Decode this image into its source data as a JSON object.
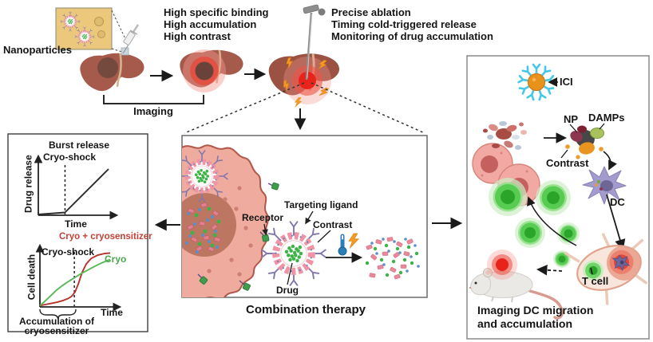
{
  "figure": {
    "top_flow": {
      "nanoparticles_label": "Nanoparticles",
      "imaging_label": "Imaging",
      "step2_lines": [
        "High specific binding",
        "High accumulation",
        "High contrast"
      ],
      "step3_lines": [
        "Precise ablation",
        "Timing cold-triggered release",
        "Monitoring of drug accumulation"
      ]
    },
    "left_panel": {
      "chart1": {
        "title": "Burst release",
        "ylabel": "Drug release",
        "xlabel": "Time",
        "annotation": "Cryo-shock"
      },
      "chart2": {
        "ylabel": "Cell death",
        "xlabel": "Time",
        "annotation": "Cryo-shock",
        "series1_label": "Cryo + cryosensitizer",
        "series2_label": "Cryo",
        "brace_label_line1": "Accumulation of",
        "brace_label_line2": "cryosensitizer"
      }
    },
    "middle_panel": {
      "caption": "Combination therapy",
      "labels": {
        "targeting_ligand": "Targeting ligand",
        "receptor": "Receptor",
        "contrast": "Contrast",
        "drug": "Drug"
      }
    },
    "right_panel": {
      "caption_line1": "Imaging DC migration",
      "caption_line2": "and accumulation",
      "labels": {
        "ici": "ICI",
        "np": "NP",
        "damps": "DAMPs",
        "contrast": "Contrast",
        "dc": "DC",
        "t_cell": "T cell"
      }
    }
  },
  "colors": {
    "liver": "#a65a4b",
    "tumor_dark": "#6e4439",
    "ablation_red": "#e8231c",
    "glow_pink": "#f4978e",
    "drug_green": "#3db347",
    "contrast_blue": "#5b8fc9",
    "np_shell_pink": "#ef93a5",
    "ligand_purple": "#8276ad",
    "receptor_green": "#3f9e4d",
    "cryo_curve_green": "#58b858",
    "cryosensitizer_curve_red": "#b5332a",
    "ici_orange": "#e8921c",
    "ici_antibody_cyan": "#45c8e8",
    "dc_purple": "#a39bcd",
    "tcell_green": "#58cc52",
    "damps_green": "#a9c25c",
    "bolt_orange": "#f59a23"
  },
  "chart_data": [
    {
      "type": "line",
      "title": "Burst release",
      "xlabel": "Time",
      "ylabel": "Drug release",
      "annotations": [
        "Cryo-shock"
      ],
      "cryoshock_x": 0.38,
      "x_range": [
        0,
        1
      ],
      "y_range": [
        0,
        1
      ],
      "grid": false,
      "series": [
        {
          "name": "Drug release",
          "color": "#2b2b2b",
          "x": [
            0,
            0.38,
            1
          ],
          "y": [
            0,
            0.04,
            0.92
          ],
          "note": "flat near zero until cryo-shock, then linear burst release"
        }
      ]
    },
    {
      "type": "line",
      "title": "",
      "xlabel": "Time",
      "ylabel": "Cell death",
      "annotations": [
        "Cryo-shock",
        "Accumulation of cryosensitizer"
      ],
      "cryoshock_x": 0.49,
      "x_range": [
        0,
        1
      ],
      "y_range": [
        0,
        1
      ],
      "grid": false,
      "series": [
        {
          "name": "Cryo + cryosensitizer",
          "color": "#b5332a",
          "x": [
            0,
            0.08,
            0.16,
            0.24,
            0.32,
            0.4,
            0.45,
            0.5,
            0.55,
            0.6,
            0.66,
            0.73,
            0.82,
            0.92,
            1
          ],
          "y": [
            0.01,
            0.03,
            0.05,
            0.07,
            0.1,
            0.14,
            0.18,
            0.26,
            0.42,
            0.62,
            0.78,
            0.88,
            0.94,
            0.97,
            0.98
          ],
          "note": "sigmoid - steep rise just after cryo-shock"
        },
        {
          "name": "Cryo",
          "color": "#58b858",
          "x": [
            0,
            0.08,
            0.16,
            0.24,
            0.32,
            0.4,
            0.45,
            0.5,
            0.55,
            0.6,
            0.66,
            0.73,
            0.82,
            0.92,
            1
          ],
          "y": [
            0.01,
            0.1,
            0.2,
            0.3,
            0.38,
            0.45,
            0.49,
            0.53,
            0.57,
            0.61,
            0.65,
            0.7,
            0.76,
            0.82,
            0.86
          ],
          "note": "gradual saturating increase"
        }
      ]
    }
  ]
}
